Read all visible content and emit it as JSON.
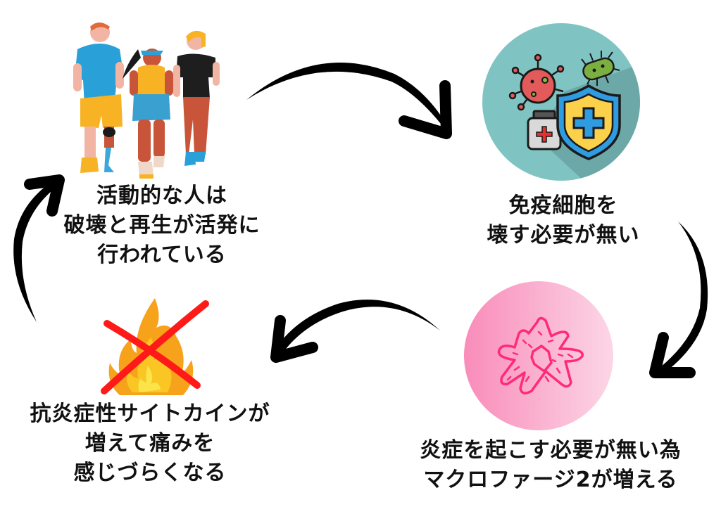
{
  "diagram": {
    "type": "cycle",
    "nodes": [
      {
        "id": "active-people",
        "illustration": "people-jogging-illustration",
        "lines": [
          "活動的な人は",
          "破壊と再生が活発に",
          "行われている"
        ]
      },
      {
        "id": "immune-cells",
        "illustration": "immune-shield-virus-icon",
        "lines": [
          "免疫細胞を",
          "壊す必要が無い"
        ]
      },
      {
        "id": "macrophage",
        "illustration": "macrophage-cell-icon",
        "lines": [
          "炎症を起こす必要が無い為",
          "マクロファージ2が増える"
        ]
      },
      {
        "id": "anti-inflammatory",
        "illustration": "crossed-out-fire-icon",
        "lines": [
          "抗炎症性サイトカインが",
          "増えて痛みを",
          "感じづらくなる"
        ]
      }
    ],
    "edges": [
      {
        "from": "active-people",
        "to": "immune-cells"
      },
      {
        "from": "immune-cells",
        "to": "macrophage"
      },
      {
        "from": "macrophage",
        "to": "anti-inflammatory"
      },
      {
        "from": "anti-inflammatory",
        "to": "active-people"
      }
    ],
    "colors": {
      "text": "#111111",
      "arrow": "#000000",
      "teal_circle": "#7fc4c2",
      "pink_circle": "#f9a8cc",
      "cross": "#ff1a1a"
    }
  }
}
